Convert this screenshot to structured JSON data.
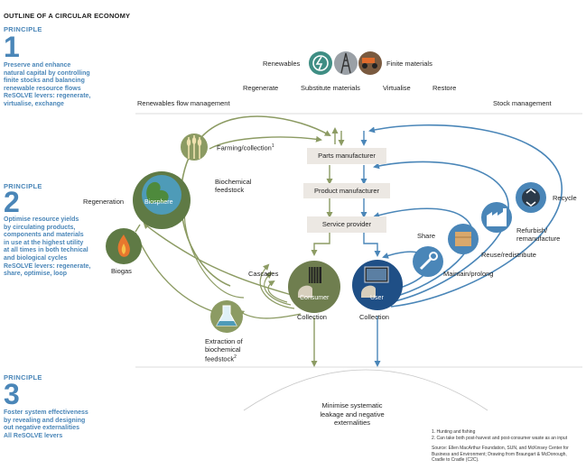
{
  "title": "OUTLINE OF A CIRCULAR ECONOMY",
  "principles": [
    {
      "label": "PRINCIPLE",
      "number": "1",
      "lines": [
        "Preserve and enhance",
        "natural capital by controlling",
        "finite stocks and balancing",
        "renewable resource flows",
        "ReSOLVE levers: regenerate,",
        "virtualise, exchange"
      ]
    },
    {
      "label": "PRINCIPLE",
      "number": "2",
      "lines": [
        "Optimise resource yields",
        "by circulating products,",
        "components and materials",
        "in use at the highest utility",
        "at all times in both technical",
        "and biological cycles",
        "ReSOLVE levers: regenerate,",
        "share, optimise, loop"
      ]
    },
    {
      "label": "PRINCIPLE",
      "number": "3",
      "lines": [
        "Foster system effectiveness",
        "by revealing and designing",
        "out negative externalities",
        "All ReSOLVE levers"
      ]
    }
  ],
  "top": {
    "renewables": "Renewables",
    "finite": "Finite materials",
    "levers": [
      "Regenerate",
      "Substitute materials",
      "Virtualise",
      "Restore"
    ],
    "renewables_flow": "Renewables flow management",
    "stock_mgmt": "Stock management"
  },
  "boxes": [
    "Parts manufacturer",
    "Product manufacturer",
    "Service provider"
  ],
  "bio": {
    "farming": "Farming/collection",
    "farming_note": "1",
    "biochemical_feedstock": [
      "Biochemical",
      "feedstock"
    ],
    "regeneration": "Regeneration",
    "biosphere": "Biosphere",
    "biogas": "Biogas",
    "cascades": "Cascades",
    "consumer": "Consumer",
    "collection": "Collection",
    "extraction": [
      "Extraction of",
      "biochemical",
      "feedstock"
    ],
    "extraction_note": "2"
  },
  "tech": {
    "recycle": "Recycle",
    "refurbish": [
      "Refurbish/",
      "remanufacture"
    ],
    "reuse": "Reuse/redistribute",
    "share": "Share",
    "maintain": "Maintain/prolong",
    "user": "User",
    "collection": "Collection"
  },
  "bottom": [
    "Minimise systematic",
    "leakage and negative",
    "externalities"
  ],
  "notes": [
    "1. Hunting and fishing",
    "2. Can take both post-harvest and post-consumer waste as an input"
  ],
  "source": [
    "Source: Ellen MacArthur Foundation, SUN, and McKinsey Center for",
    "Business and Environment; Drawing from Braungart & McDonough,",
    "Cradle to Cradle (C2C)."
  ],
  "colors": {
    "blue": "#4a86b8",
    "green": "#8c9b63",
    "dark_green": "#5f7a45",
    "box": "#ece8e3"
  }
}
